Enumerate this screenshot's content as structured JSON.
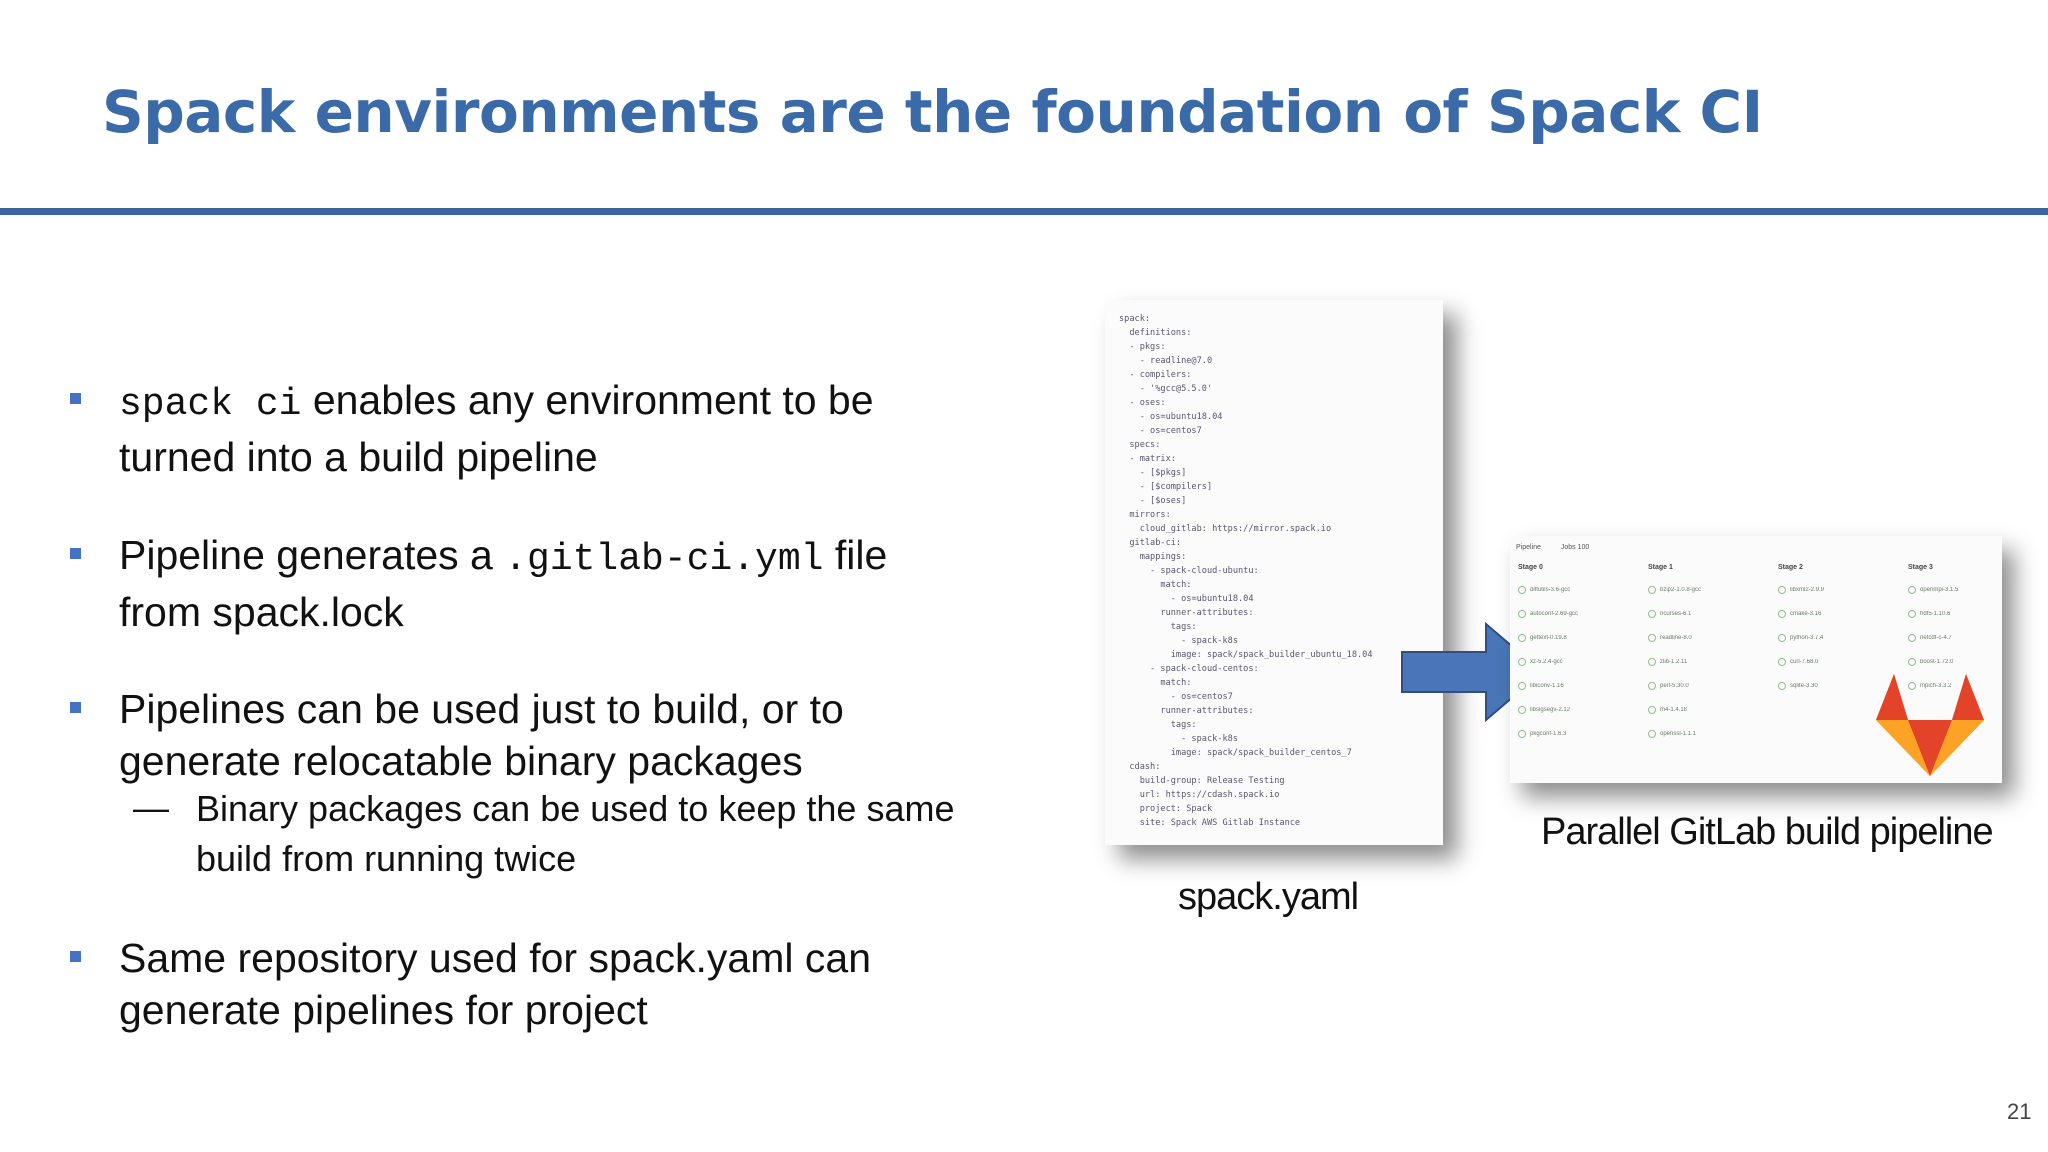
{
  "slide": {
    "title": "Spack environments are the foundation of Spack CI",
    "page_number": "21"
  },
  "bullets": {
    "b1_code": "spack ci",
    "b1_text_line1": " enables any environment to be",
    "b1_text_line2": "turned into a build pipeline",
    "b2_text_a": "Pipeline generates a ",
    "b2_code": ".gitlab-ci.yml",
    "b2_text_b": " file",
    "b2_text_line2": "from spack.lock",
    "b3_line1": "Pipelines can be used just to build, or to",
    "b3_line2": "generate relocatable binary packages",
    "b3_sub_dash": "—",
    "b3_sub_line1": "Binary packages can be used to keep the same",
    "b3_sub_line2": "build from running twice",
    "b4_line1": "Same repository used for spack.yaml can",
    "b4_line2": "generate pipelines for project"
  },
  "figure": {
    "yaml_caption": "spack.yaml",
    "pipeline_caption": "Parallel GitLab build pipeline",
    "yaml_text": "spack:\n  definitions:\n  - pkgs:\n    - readline@7.0\n  - compilers:\n    - '%gcc@5.5.0'\n  - oses:\n    - os=ubuntu18.04\n    - os=centos7\n  specs:\n  - matrix:\n    - [$pkgs]\n    - [$compilers]\n    - [$oses]\n  mirrors:\n    cloud_gitlab: https://mirror.spack.io\n  gitlab-ci:\n    mappings:\n      - spack-cloud-ubuntu:\n        match:\n          - os=ubuntu18.04\n        runner-attributes:\n          tags:\n            - spack-k8s\n          image: spack/spack_builder_ubuntu_18.04\n      - spack-cloud-centos:\n        match:\n          - os=centos7\n        runner-attributes:\n          tags:\n            - spack-k8s\n          image: spack/spack_builder_centos_7\n  cdash:\n    build-group: Release Testing\n    url: https://cdash.spack.io\n    project: Spack\n    site: Spack AWS Gitlab Instance",
    "pipeline_tabs": [
      "Pipeline",
      "Jobs 100"
    ],
    "stages": [
      {
        "name": "Stage 0",
        "jobs": [
          "diffutils-3.6-gcc",
          "autoconf-2.69-gcc",
          "gettext-0.19.8",
          "xz-5.2.4-gcc",
          "libiconv-1.16",
          "libsigsegv-2.12",
          "pkgconf-1.6.3"
        ]
      },
      {
        "name": "Stage 1",
        "jobs": [
          "bzip2-1.0.8-gcc",
          "ncurses-6.1",
          "readline-8.0",
          "zlib-1.2.11",
          "perl-5.30.0",
          "m4-1.4.18",
          "openssl-1.1.1"
        ]
      },
      {
        "name": "Stage 2",
        "jobs": [
          "libxml2-2.9.9",
          "cmake-3.16",
          "python-3.7.4",
          "curl-7.68.0",
          "sqlite-3.30"
        ]
      },
      {
        "name": "Stage 3",
        "jobs": [
          "openmpi-3.1.5",
          "hdf5-1.10.6",
          "netcdf-c-4.7",
          "boost-1.72.0",
          "mpich-3.3.2"
        ]
      }
    ],
    "colors": {
      "title": "#3b6aa8",
      "rule": "#3d64a1",
      "bullet_marker": "#4472c4",
      "arrow": "#4a76b9",
      "gitlab_orange": "#e24329"
    },
    "icons": [
      "right-arrow-icon",
      "gitlab-logo-icon"
    ]
  }
}
